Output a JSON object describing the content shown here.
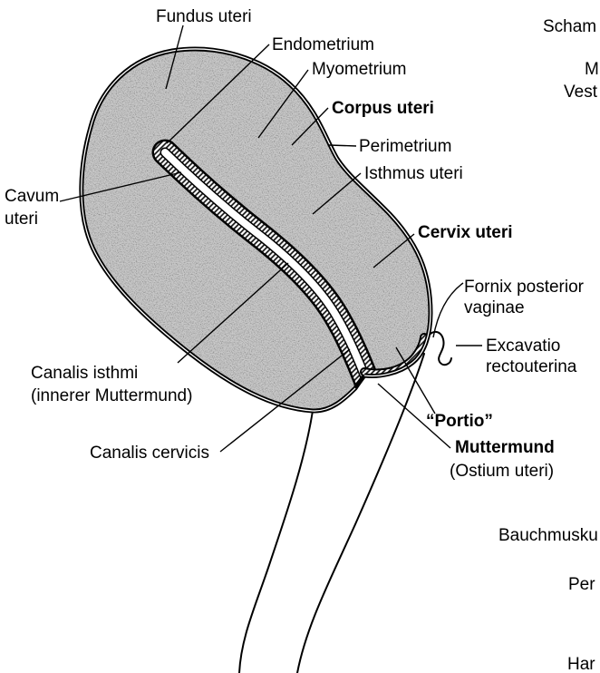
{
  "labels": {
    "fundus_uteri": "Fundus uteri",
    "endometrium": "Endometrium",
    "myometrium": "Myometrium",
    "corpus_uteri": "Corpus uteri",
    "perimetrium": "Perimetrium",
    "isthmus_uteri": "Isthmus uteri",
    "cavum_uteri": [
      "Cavum",
      "uteri"
    ],
    "cervix_uteri": "Cervix uteri",
    "fornix_posterior_vaginae": [
      "Fornix posterior",
      "vaginae"
    ],
    "excavatio_rectouterina": [
      "Excavatio",
      "rectouterina"
    ],
    "canalis_isthmi": [
      "Canalis isthmi",
      "(innerer Muttermund)"
    ],
    "portio": "“Portio”",
    "muttermund": [
      "Muttermund",
      "(Ostium uteri)"
    ],
    "canalis_cervicis": "Canalis cervicis"
  },
  "cut_off_labels_right_edge": [
    "Scham",
    "M",
    "Vest",
    "Bauchmusku",
    "Per",
    "Har"
  ],
  "colors": {
    "tissue": "#c9c9c9",
    "outline": "#000000",
    "cavity": "#ffffff"
  }
}
